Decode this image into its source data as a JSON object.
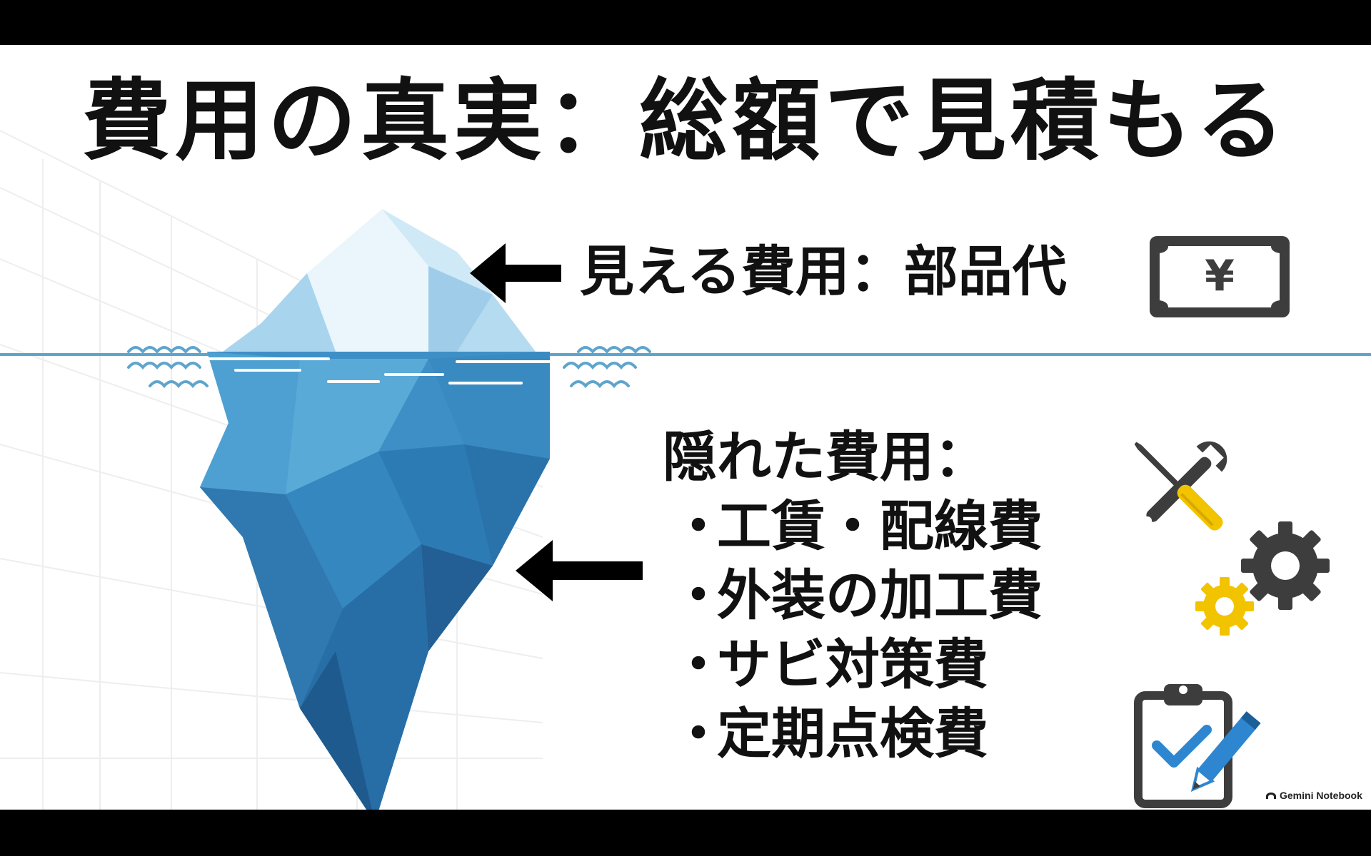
{
  "slide": {
    "title": "費用の真実：総額で見積もる",
    "visible_cost": {
      "label": "見える費用：部品代",
      "currency_symbol": "¥"
    },
    "hidden_cost": {
      "title": "隠れた費用：",
      "items": [
        "工賃・配線費",
        "外装の加工費",
        "サビ対策費",
        "定期点検費"
      ],
      "bullet": "・"
    },
    "icons": {
      "money": "yen-banknote-icon",
      "tools": "screwdriver-wrench-icon",
      "gears": "gears-icon",
      "clipboard": "checklist-clipboard-icon",
      "arrows": "arrow-left-icon"
    },
    "colors": {
      "waterline": "#5fa4cc",
      "ice_top": "#d6ecf8",
      "ice_bottom": "#2f7fb8",
      "icon_dark": "#3d3d3d",
      "icon_accent": "#f2c400",
      "check_blue": "#2e86d1"
    }
  },
  "brand": {
    "name": "Gemini Notebook"
  }
}
